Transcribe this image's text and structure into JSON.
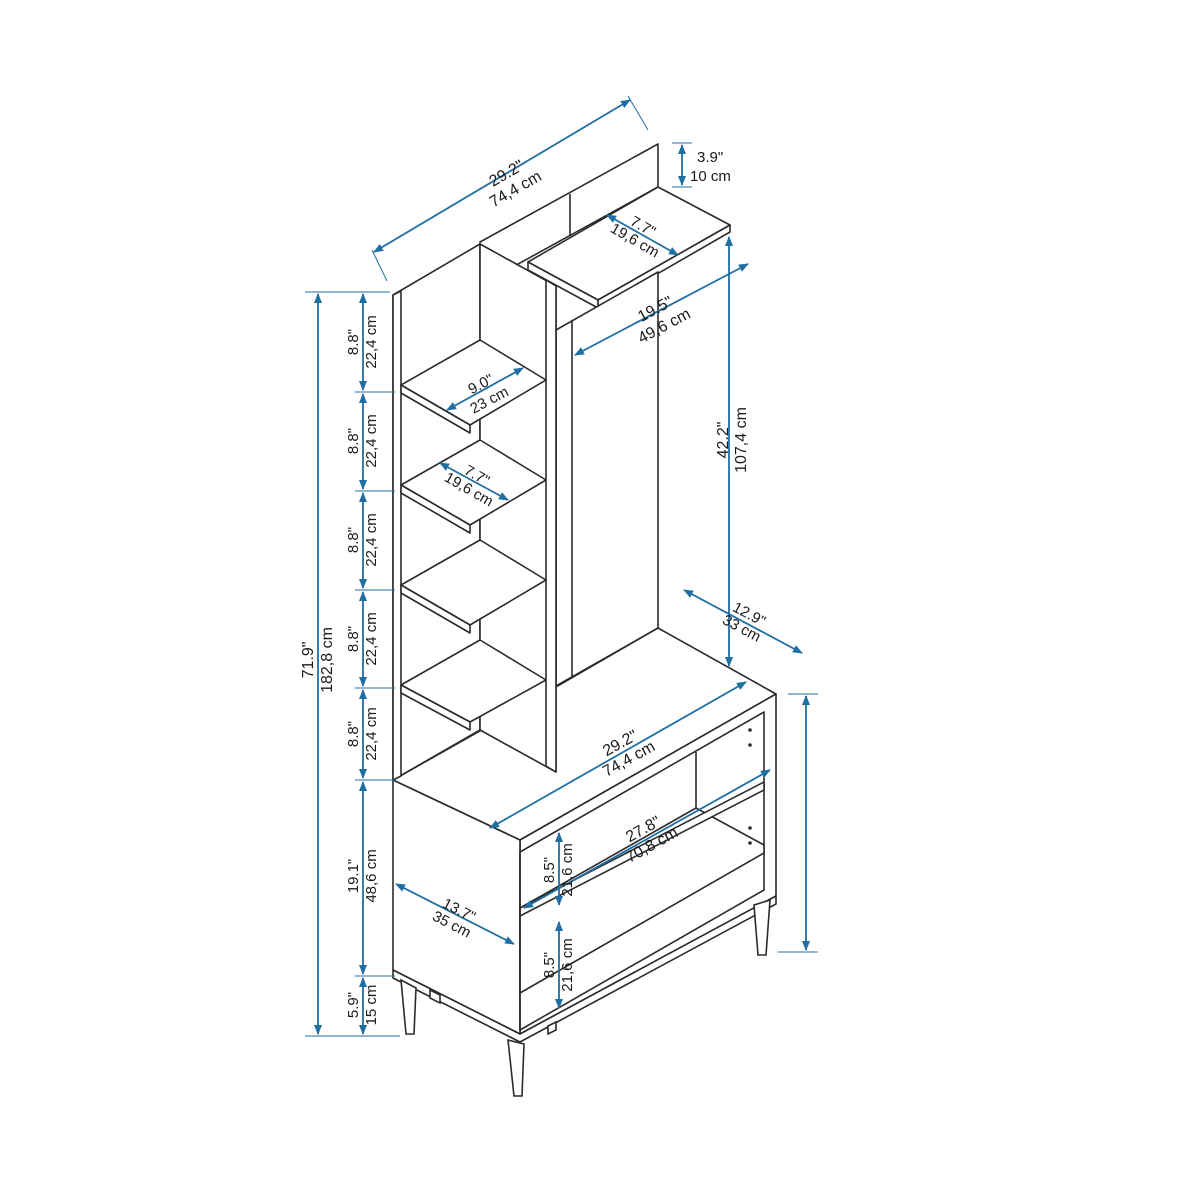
{
  "colors": {
    "dimension": "#1f6fa3",
    "outline": "#2b2b2b",
    "background": "#ffffff",
    "text": "#1a1a1a"
  },
  "dimensions": {
    "top_width": {
      "in": "29.2\"",
      "cm": "74,4 cm"
    },
    "top_height": {
      "in": "3.9\"",
      "cm": "10 cm"
    },
    "top_depth": {
      "in": "7.7\"",
      "cm": "19,6 cm"
    },
    "hanger_width": {
      "in": "19.5\"",
      "cm": "49,6 cm"
    },
    "hanger_height": {
      "in": "42.2\"",
      "cm": "107,4 cm"
    },
    "hanger_depth": {
      "in": "12.9\"",
      "cm": "33 cm"
    },
    "shelf_width": {
      "in": "9.0\"",
      "cm": "23 cm"
    },
    "shelf_depth": {
      "in": "7.7\"",
      "cm": "19,6 cm"
    },
    "total_height": {
      "in": "71.9\"",
      "cm": "182,8 cm"
    },
    "shelf_gap_1": {
      "in": "8.8\"",
      "cm": "22,4 cm"
    },
    "shelf_gap_2": {
      "in": "8.8\"",
      "cm": "22,4 cm"
    },
    "shelf_gap_3": {
      "in": "8.8\"",
      "cm": "22,4 cm"
    },
    "shelf_gap_4": {
      "in": "8.8\"",
      "cm": "22,4 cm"
    },
    "shelf_gap_5": {
      "in": "8.8\"",
      "cm": "22,4 cm"
    },
    "cabinet_height": {
      "in": "19.1\"",
      "cm": "48,6 cm"
    },
    "leg_height": {
      "in": "5.9\"",
      "cm": "15 cm"
    },
    "cabinet_width": {
      "in": "29.2\"",
      "cm": "74,4 cm"
    },
    "inner_width": {
      "in": "27.8\"",
      "cm": "70,8 cm"
    },
    "cabinet_depth": {
      "in": "13.7\"",
      "cm": "35 cm"
    },
    "compartment_top": {
      "in": "8.5\"",
      "cm": "21,6 cm"
    },
    "compartment_bottom": {
      "in": "8.5\"",
      "cm": "21,6 cm"
    }
  }
}
